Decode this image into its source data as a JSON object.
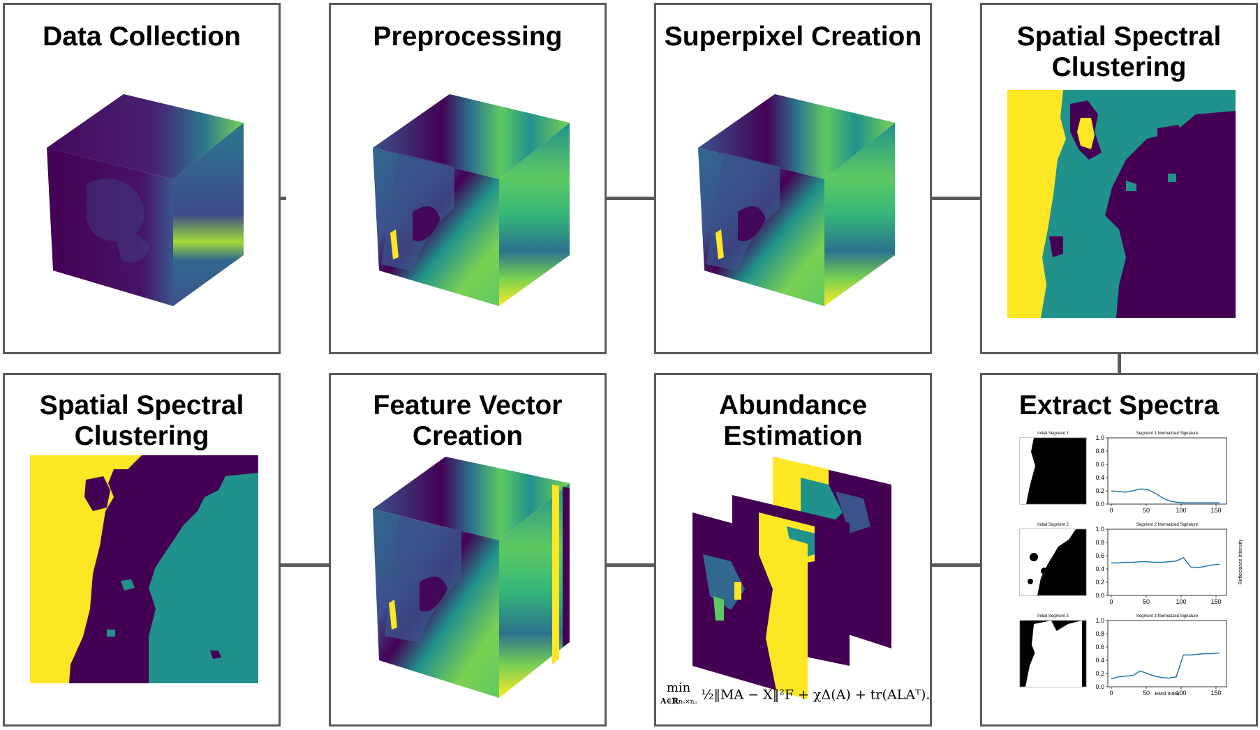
{
  "row1": [
    {
      "title": "Data Collection"
    },
    {
      "title": "Preprocessing"
    },
    {
      "title": "Superpixel Creation"
    },
    {
      "title_line1": "Spatial Spectral",
      "title_line2": "Clustering"
    }
  ],
  "row2": [
    {
      "title_line1": "Spatial Spectral",
      "title_line2": "Clustering"
    },
    {
      "title_line1": "Feature Vector",
      "title_line2": "Creation"
    },
    {
      "title_line1": "Abundance",
      "title_line2": "Estimation"
    },
    {
      "title": "Extract Spectra"
    }
  ],
  "formula": {
    "min": "min",
    "min_sub": "A∈ℝ",
    "min_sup": "nₑ×nₚ",
    "body": "½‖MA − X‖²F + χΔ(A) + tr(ALAᵀ)."
  },
  "colors": {
    "viridis_dark": "#440154",
    "viridis_blue": "#3b528b",
    "viridis_teal": "#21918c",
    "viridis_green": "#5ec962",
    "viridis_yellow": "#fde725",
    "border": "#5a5a5a",
    "line_plot": "#1f77b4"
  },
  "extract_spectra": {
    "segments": [
      {
        "thumb_title": "Initial Segment 1",
        "plot_title": "Segment 1 Normalized Signature",
        "values": [
          0.2,
          0.19,
          0.18,
          0.2,
          0.23,
          0.22,
          0.17,
          0.1,
          0.05,
          0.03,
          0.02,
          0.02,
          0.02,
          0.02,
          0.02,
          0.02
        ]
      },
      {
        "thumb_title": "Initial Segment 2",
        "plot_title": "Segment 2 Normalized Signature",
        "values": [
          0.49,
          0.49,
          0.5,
          0.5,
          0.51,
          0.51,
          0.5,
          0.5,
          0.51,
          0.52,
          0.57,
          0.43,
          0.42,
          0.44,
          0.46,
          0.47
        ]
      },
      {
        "thumb_title": "Initial Segment 3",
        "plot_title": "Segment 3 Normalized Signature",
        "values": [
          0.12,
          0.15,
          0.16,
          0.17,
          0.24,
          0.2,
          0.16,
          0.14,
          0.13,
          0.15,
          0.48,
          0.48,
          0.49,
          0.5,
          0.5,
          0.51
        ]
      }
    ],
    "yticks": [
      "0.0",
      "0.2",
      "0.4",
      "0.6",
      "0.8",
      "1.0"
    ],
    "xticks": [
      "0",
      "50",
      "100",
      "150"
    ],
    "xlabel": "Band Index",
    "ylabel": "Reflectance Intensity"
  }
}
